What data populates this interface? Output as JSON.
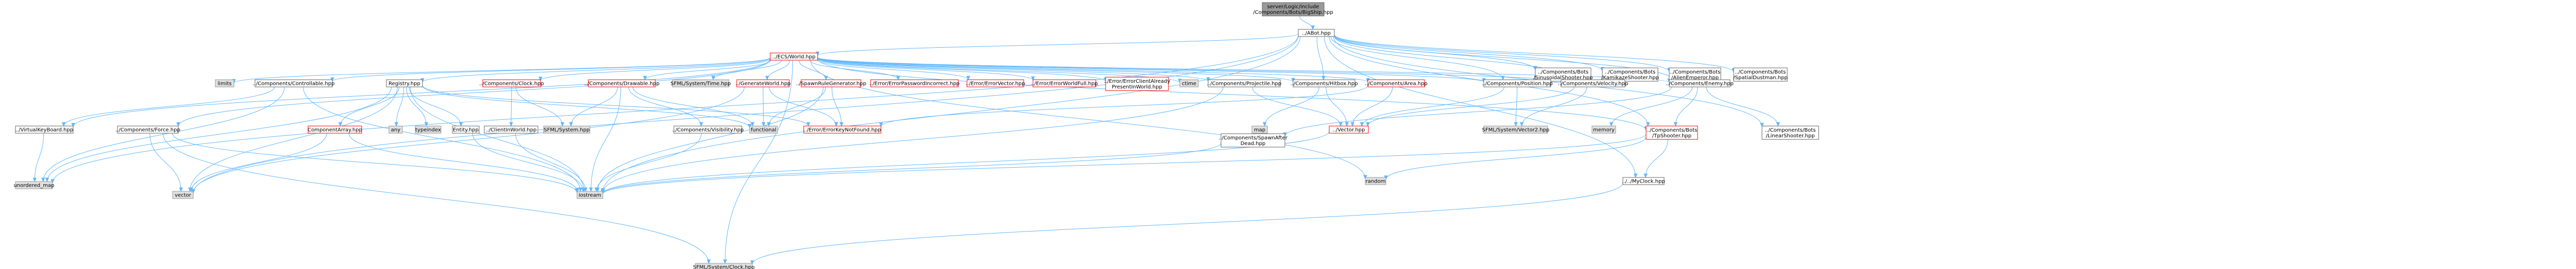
{
  "colors": {
    "root_fill": "#999999",
    "internal_fill": "#ffffff",
    "system_fill": "#e0e0e0",
    "warning_border": "#ff0000",
    "normal_border": "#666666",
    "system_border": "#999999",
    "edge": "#63b8ff"
  },
  "nodes": [
    {
      "id": "root",
      "lines": [
        "server/Logic/include",
        "/Components/Bots/BigShip.hpp"
      ],
      "kind": "root"
    },
    {
      "id": "abot",
      "lines": [
        "../ABot.hpp"
      ],
      "kind": "normal"
    },
    {
      "id": "ecsworld",
      "lines": [
        "../ECS/World.hpp"
      ],
      "kind": "warning"
    },
    {
      "id": "sinus",
      "lines": [
        "../Components/Bots",
        "/SinusoidalShooter.hpp"
      ],
      "kind": "normal"
    },
    {
      "id": "kamikaze",
      "lines": [
        "../Components/Bots",
        "/KamikazeShooter.hpp"
      ],
      "kind": "normal"
    },
    {
      "id": "alien",
      "lines": [
        "../Components/Bots",
        "/AlienEmperor.hpp"
      ],
      "kind": "normal"
    },
    {
      "id": "spatial",
      "lines": [
        "../Components/Bots",
        "/SpatialDustman.hpp"
      ],
      "kind": "normal"
    },
    {
      "id": "limits",
      "lines": [
        "limits"
      ],
      "kind": "system"
    },
    {
      "id": "controllable",
      "lines": [
        "../Components/Controllable.hpp"
      ],
      "kind": "normal"
    },
    {
      "id": "registry",
      "lines": [
        "Registry.hpp"
      ],
      "kind": "normal"
    },
    {
      "id": "clock",
      "lines": [
        "../Components/Clock.hpp"
      ],
      "kind": "warning"
    },
    {
      "id": "drawable",
      "lines": [
        "../Components/Drawable.hpp"
      ],
      "kind": "warning"
    },
    {
      "id": "sfmltime",
      "lines": [
        "SFML/System/Time.hpp"
      ],
      "kind": "system"
    },
    {
      "id": "genworld",
      "lines": [
        "../GenerateWorld.hpp"
      ],
      "kind": "warning"
    },
    {
      "id": "spawnrule",
      "lines": [
        "../SpawnRuleGenerator.hpp"
      ],
      "kind": "warning"
    },
    {
      "id": "errpass",
      "lines": [
        "../Error/ErrorPasswordIncorrect.hpp"
      ],
      "kind": "warning"
    },
    {
      "id": "errvec",
      "lines": [
        "../Error/ErrorVector.hpp"
      ],
      "kind": "warning"
    },
    {
      "id": "errwf",
      "lines": [
        "../Error/ErrorWorldFull.hpp"
      ],
      "kind": "warning"
    },
    {
      "id": "errclient",
      "lines": [
        "../Error/ErrorClientAlready",
        "PresentInWorld.hpp"
      ],
      "kind": "warning"
    },
    {
      "id": "ctime",
      "lines": [
        "ctime"
      ],
      "kind": "system"
    },
    {
      "id": "projectile",
      "lines": [
        "../Components/Projectile.hpp"
      ],
      "kind": "normal"
    },
    {
      "id": "hitbox",
      "lines": [
        "../Components/Hitbox.hpp"
      ],
      "kind": "normal"
    },
    {
      "id": "area",
      "lines": [
        "../Components/Area.hpp"
      ],
      "kind": "warning"
    },
    {
      "id": "position",
      "lines": [
        "../Components/Position.hpp"
      ],
      "kind": "normal"
    },
    {
      "id": "velocity",
      "lines": [
        "../Components/Velocity.hpp"
      ],
      "kind": "normal"
    },
    {
      "id": "enemy",
      "lines": [
        "../Components/Enemy.hpp"
      ],
      "kind": "normal"
    },
    {
      "id": "vkb",
      "lines": [
        "../VirtualKeyBoard.hpp"
      ],
      "kind": "normal"
    },
    {
      "id": "force",
      "lines": [
        "../Components/Force.hpp"
      ],
      "kind": "normal"
    },
    {
      "id": "comparray",
      "lines": [
        "ComponentArray.hpp"
      ],
      "kind": "warning"
    },
    {
      "id": "any",
      "lines": [
        "any"
      ],
      "kind": "system"
    },
    {
      "id": "typeindex",
      "lines": [
        "typeindex"
      ],
      "kind": "system"
    },
    {
      "id": "entity",
      "lines": [
        "Entity.hpp"
      ],
      "kind": "normal"
    },
    {
      "id": "clientinworld",
      "lines": [
        "../ClientInWorld.hpp"
      ],
      "kind": "normal"
    },
    {
      "id": "sfmlsystem",
      "lines": [
        "SFML/System.hpp"
      ],
      "kind": "system"
    },
    {
      "id": "visibility",
      "lines": [
        "../Components/Visibility.hpp"
      ],
      "kind": "normal"
    },
    {
      "id": "functional",
      "lines": [
        "functional"
      ],
      "kind": "system"
    },
    {
      "id": "errkey",
      "lines": [
        "../Error/ErrorKeyNotFound.hpp"
      ],
      "kind": "warning"
    },
    {
      "id": "map",
      "lines": [
        "map"
      ],
      "kind": "system"
    },
    {
      "id": "vector_hpp",
      "lines": [
        "../Vector.hpp"
      ],
      "kind": "warning"
    },
    {
      "id": "spawnafter",
      "lines": [
        "../Components/SpawnAfter",
        "Dead.hpp"
      ],
      "kind": "normal"
    },
    {
      "id": "sfmlvec",
      "lines": [
        "SFML/System/Vector2.hpp"
      ],
      "kind": "system"
    },
    {
      "id": "memory",
      "lines": [
        "memory"
      ],
      "kind": "system"
    },
    {
      "id": "ttpshooter",
      "lines": [
        "../Components/Bots",
        "/TpShooter.hpp"
      ],
      "kind": "warning"
    },
    {
      "id": "linear",
      "lines": [
        "../Components/Bots",
        "/LinearShooter.hpp"
      ],
      "kind": "normal"
    },
    {
      "id": "random",
      "lines": [
        "random"
      ],
      "kind": "system"
    },
    {
      "id": "myclock",
      "lines": [
        "../../MyClock.hpp"
      ],
      "kind": "normal"
    },
    {
      "id": "unordered_map",
      "lines": [
        "unordered_map"
      ],
      "kind": "system"
    },
    {
      "id": "vector",
      "lines": [
        "vector"
      ],
      "kind": "system"
    },
    {
      "id": "iostream",
      "lines": [
        "iostream"
      ],
      "kind": "system"
    },
    {
      "id": "sfmlclock",
      "lines": [
        "SFML/System/Clock.hpp"
      ],
      "kind": "system"
    }
  ],
  "edges": [
    [
      "root",
      "abot"
    ],
    [
      "abot",
      "ecsworld"
    ],
    [
      "abot",
      "sinus"
    ],
    [
      "abot",
      "kamikaze"
    ],
    [
      "abot",
      "alien"
    ],
    [
      "abot",
      "spatial"
    ],
    [
      "abot",
      "hitbox"
    ],
    [
      "abot",
      "position"
    ],
    [
      "abot",
      "velocity"
    ],
    [
      "abot",
      "enemy"
    ],
    [
      "abot",
      "ttpshooter"
    ],
    [
      "abot",
      "linear"
    ],
    [
      "abot",
      "myclock"
    ],
    [
      "abot",
      "iostream"
    ],
    [
      "abot",
      "vector"
    ],
    [
      "abot",
      "unordered_map"
    ],
    [
      "ecsworld",
      "limits"
    ],
    [
      "ecsworld",
      "controllable"
    ],
    [
      "ecsworld",
      "registry"
    ],
    [
      "ecsworld",
      "clock"
    ],
    [
      "ecsworld",
      "drawable"
    ],
    [
      "ecsworld",
      "sfmltime"
    ],
    [
      "ecsworld",
      "genworld"
    ],
    [
      "ecsworld",
      "spawnrule"
    ],
    [
      "ecsworld",
      "errpass"
    ],
    [
      "ecsworld",
      "errvec"
    ],
    [
      "ecsworld",
      "errwf"
    ],
    [
      "ecsworld",
      "errclient"
    ],
    [
      "ecsworld",
      "ctime"
    ],
    [
      "ecsworld",
      "projectile"
    ],
    [
      "ecsworld",
      "hitbox"
    ],
    [
      "ecsworld",
      "area"
    ],
    [
      "ecsworld",
      "position"
    ],
    [
      "ecsworld",
      "velocity"
    ],
    [
      "ecsworld",
      "enemy"
    ],
    [
      "ecsworld",
      "vkb"
    ],
    [
      "ecsworld",
      "force"
    ],
    [
      "ecsworld",
      "random"
    ],
    [
      "ecsworld",
      "sfmlclock"
    ],
    [
      "ecsworld",
      "ttpshooter"
    ],
    [
      "controllable",
      "vkb"
    ],
    [
      "controllable",
      "unordered_map"
    ],
    [
      "controllable",
      "iostream"
    ],
    [
      "registry",
      "comparray"
    ],
    [
      "registry",
      "any"
    ],
    [
      "registry",
      "typeindex"
    ],
    [
      "registry",
      "entity"
    ],
    [
      "registry",
      "unordered_map"
    ],
    [
      "registry",
      "functional"
    ],
    [
      "registry",
      "errkey"
    ],
    [
      "registry",
      "iostream"
    ],
    [
      "registry",
      "vector"
    ],
    [
      "clock",
      "clientinworld"
    ],
    [
      "clock",
      "sfmlsystem"
    ],
    [
      "drawable",
      "sfmlsystem"
    ],
    [
      "drawable",
      "visibility"
    ],
    [
      "drawable",
      "functional"
    ],
    [
      "drawable",
      "iostream"
    ],
    [
      "genworld",
      "functional"
    ],
    [
      "genworld",
      "errkey"
    ],
    [
      "genworld",
      "vector"
    ],
    [
      "spawnrule",
      "functional"
    ],
    [
      "spawnrule",
      "errkey"
    ],
    [
      "spawnrule",
      "iostream"
    ],
    [
      "projectile",
      "iostream"
    ],
    [
      "projectile",
      "vector_hpp"
    ],
    [
      "hitbox",
      "map"
    ],
    [
      "hitbox",
      "vector_hpp"
    ],
    [
      "area",
      "vector_hpp"
    ],
    [
      "area",
      "errkey"
    ],
    [
      "position",
      "sfmlvec"
    ],
    [
      "position",
      "vector_hpp"
    ],
    [
      "velocity",
      "sfmlvec"
    ],
    [
      "velocity",
      "vector_hpp"
    ],
    [
      "enemy",
      "memory"
    ],
    [
      "enemy",
      "ttpshooter"
    ],
    [
      "enemy",
      "linear"
    ],
    [
      "enemy",
      "spawnafter"
    ],
    [
      "ttpshooter",
      "random"
    ],
    [
      "ttpshooter",
      "myclock"
    ],
    [
      "ttpshooter",
      "iostream"
    ],
    [
      "myclock",
      "sfmlclock"
    ],
    [
      "vector_hpp",
      "iostream"
    ],
    [
      "vkb",
      "unordered_map"
    ],
    [
      "force",
      "vector"
    ],
    [
      "force",
      "iostream"
    ],
    [
      "force",
      "sfmlclock"
    ],
    [
      "comparray",
      "iostream"
    ],
    [
      "comparray",
      "vector"
    ],
    [
      "entity",
      "iostream"
    ],
    [
      "visibility",
      "iostream"
    ],
    [
      "clientinworld",
      "iostream"
    ],
    [
      "spawnafter",
      "iostream"
    ]
  ]
}
